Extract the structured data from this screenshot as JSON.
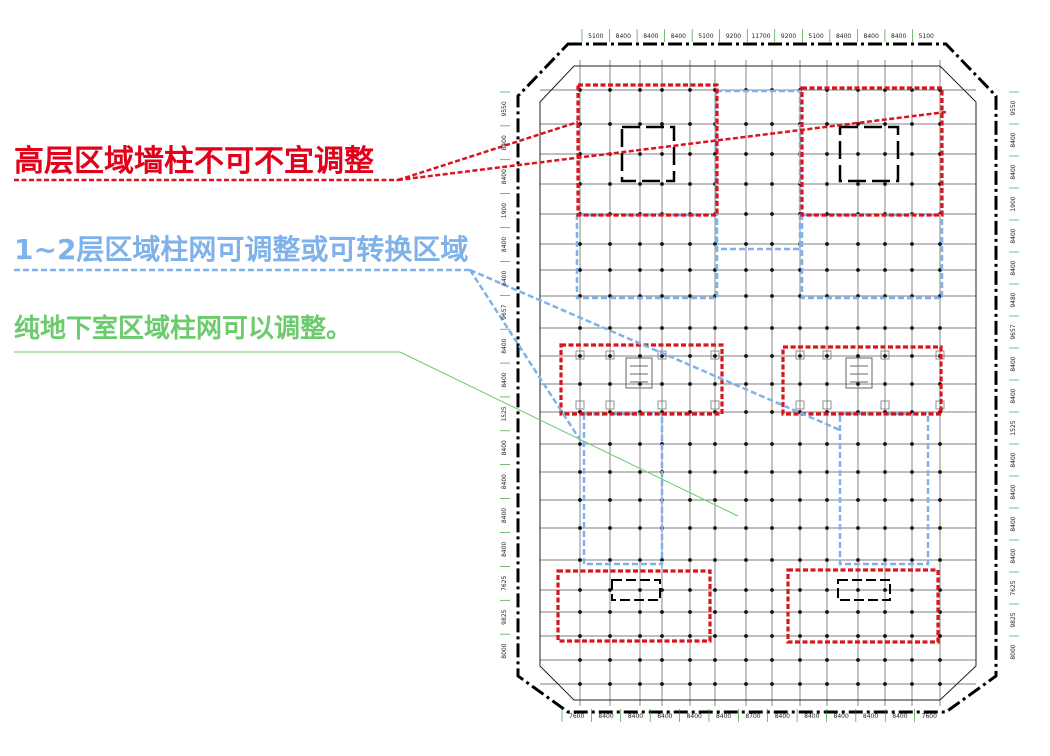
{
  "legend": {
    "red": "高层区域墙柱不可不宜调整",
    "blue": "1~2层区域柱网可调整或可转换区域",
    "green": "纯地下室区域柱网可以调整。"
  },
  "colors": {
    "red": "#d9141c",
    "blue": "#7fb2ea",
    "green": "#6ccb6c",
    "grid": "#555555",
    "boundary": "#000000"
  },
  "dimensions": {
    "top": [
      "5100",
      "8400",
      "8400",
      "8400",
      "5100",
      "9200",
      "11700",
      "9200",
      "5100",
      "8400",
      "8400",
      "8400",
      "5100"
    ],
    "bottom": [
      "7600",
      "8400",
      "8400",
      "8400",
      "8400",
      "8400",
      "8700",
      "8400",
      "8400",
      "8400",
      "8400",
      "8400",
      "7600"
    ],
    "left": [
      "9550",
      "8400",
      "8400",
      "1900",
      "8400",
      "8400",
      "9657",
      "8400",
      "8400",
      "1525",
      "8400",
      "8400",
      "8400",
      "8400",
      "7625",
      "9825",
      "8000"
    ],
    "right": [
      "9550",
      "8400",
      "8400",
      "1900",
      "8400",
      "8400",
      "9480",
      "9657",
      "8400",
      "8400",
      "1525",
      "8400",
      "8400",
      "8400",
      "8400",
      "7625",
      "9825",
      "8000"
    ]
  }
}
